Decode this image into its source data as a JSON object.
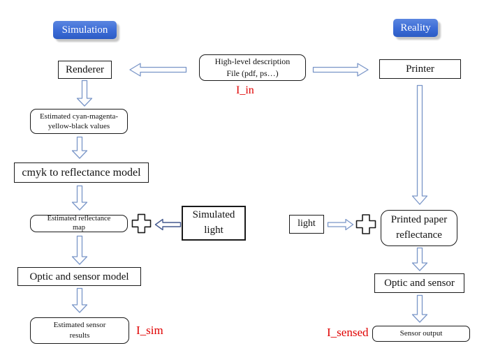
{
  "colors": {
    "accent": "#3b6bd6",
    "arrow": "#7a96c8",
    "arrow_dark": "#44598e",
    "red": "#e00000",
    "border": "#1a1a1a"
  },
  "headers": {
    "simulation": "Simulation",
    "reality": "Reality"
  },
  "nodes": {
    "renderer": "Renderer",
    "high_level": {
      "line1": "High-level description",
      "line2": "File (pdf, ps…)"
    },
    "printer": "Printer",
    "est_cmyk": {
      "line1": "Estimated cyan-magenta-",
      "line2": "yellow-black values"
    },
    "cmyk_model": "cmyk to reflectance model",
    "est_reflectance": {
      "line1": "Estimated reflectance",
      "line2": "map"
    },
    "simulated_light": {
      "line1": "Simulated",
      "line2": "light"
    },
    "optic_sensor_model": "Optic and sensor model",
    "est_sensor": {
      "line1": "Estimated sensor",
      "line2": "results"
    },
    "light": "light",
    "printed_paper": {
      "line1": "Printed paper",
      "line2": "reflectance"
    },
    "optic_sensor": "Optic and sensor",
    "sensor_output": "Sensor output"
  },
  "signals": {
    "i_in": "I_in",
    "i_sim": "I_sim",
    "i_sensed": "I_sensed"
  }
}
